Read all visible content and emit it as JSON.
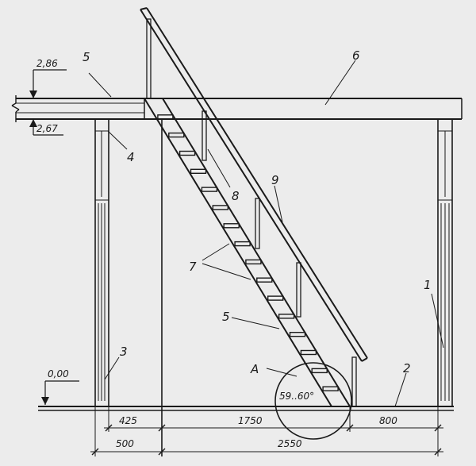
{
  "levels": {
    "top_upper": "2,86",
    "top_lower": "2,67",
    "ground": "0,00"
  },
  "callouts": {
    "c1": "1",
    "c2": "2",
    "c3": "3",
    "c4": "4",
    "c5_top": "5",
    "c5_mid": "5",
    "c6": "6",
    "c7": "7",
    "c8": "8",
    "c9": "9",
    "detail": "A",
    "angle": "59..60°"
  },
  "dimensions": {
    "d_425": "425",
    "d_1750": "1750",
    "d_800": "800",
    "d_500": "500",
    "d_2550": "2550"
  },
  "stair": {
    "tread_count": 16
  }
}
